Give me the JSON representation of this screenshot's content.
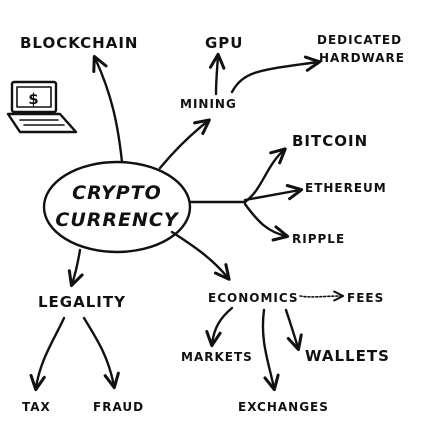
{
  "central_topic": {
    "line1": "CRYPTO",
    "line2": "CURRENCY"
  },
  "nodes": {
    "blockchain": "BLOCKCHAIN",
    "gpu": "GPU",
    "dedicated_hardware_line1": "DEDICATED",
    "dedicated_hardware_line2": "HARDWARE",
    "mining": "MINING",
    "bitcoin": "BITCOIN",
    "ethereum": "ETHEREUM",
    "ripple": "RIPPLE",
    "legality": "LEGALITY",
    "tax": "TAX",
    "fraud": "FRAUD",
    "economics": "ECONOMICS",
    "fees": "FEES",
    "markets": "MARKETS",
    "wallets": "WALLETS",
    "exchanges": "EXCHANGES"
  },
  "laptop_screen_symbol": "$",
  "colors": {
    "ink": "#111111",
    "background": "#ffffff"
  }
}
